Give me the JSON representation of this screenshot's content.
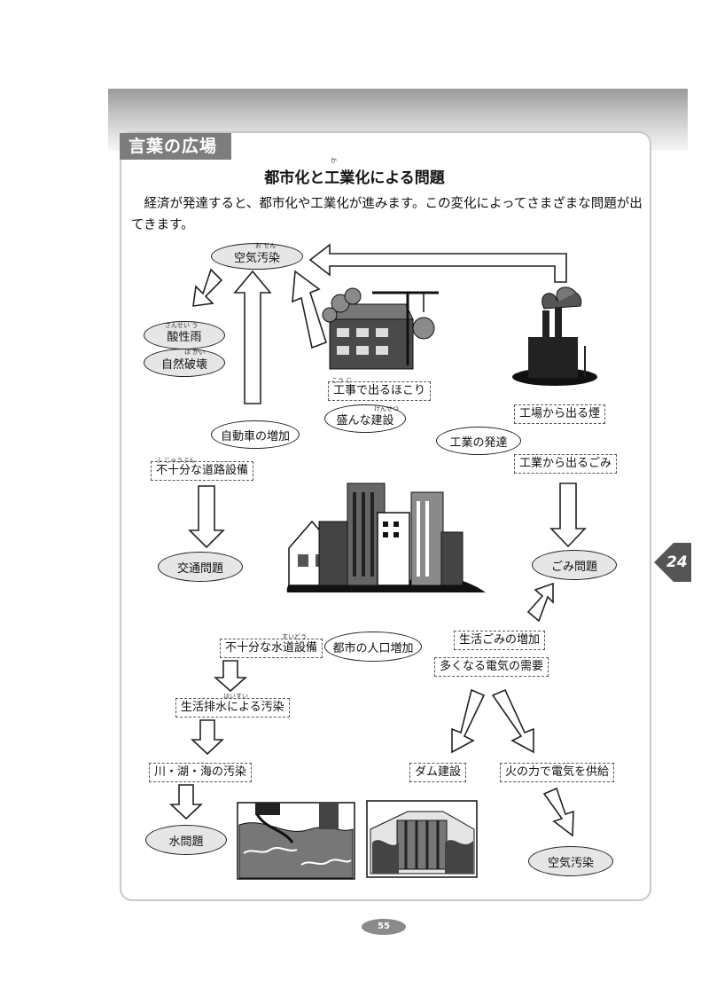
{
  "section_tag": "言葉の広場",
  "title": "都市化と工業化による問題",
  "title_ruby": "か",
  "intro": "経済が発達すると、都市化や工業化が進みます。この変化によってさまざまな問題が出てきます。",
  "nodes": {
    "air_pollution_top": "空気汚染",
    "air_pollution_top_ruby": "お せん",
    "acid_rain": "酸性雨",
    "acid_rain_ruby": "さんせい う",
    "nature_destruction": "自然破壊",
    "nature_destruction_ruby": "は かい",
    "construction_dust": "工事で出るほこり",
    "construction_dust_ruby": "こう じ",
    "active_construction": "盛んな建設",
    "active_construction_ruby": "けんせつ",
    "factory_smoke": "工場から出る煙",
    "car_increase": "自動車の増加",
    "industry_development": "工業の発達",
    "factory_waste": "工業から出るごみ",
    "poor_roads": "不十分な道路設備",
    "poor_roads_ruby": "ふ じゅうぶん",
    "traffic_problem": "交通問題",
    "garbage_problem": "ごみ問題",
    "poor_water": "不十分な水道設備",
    "poor_water_ruby": "すいどう",
    "population_increase": "都市の人口増加",
    "household_garbage": "生活ごみの増加",
    "electricity_demand": "多くなる電気の需要",
    "domestic_wastewater": "生活排水による汚染",
    "domestic_wastewater_ruby": "はいすい",
    "river_lake_sea": "川・湖・海の汚染",
    "dam_construction": "ダム建設",
    "thermal_power": "火の力で電気を供給",
    "water_problem": "水問題",
    "air_pollution_bottom": "空気汚染"
  },
  "page_number": "55",
  "chapter_tab": "24"
}
